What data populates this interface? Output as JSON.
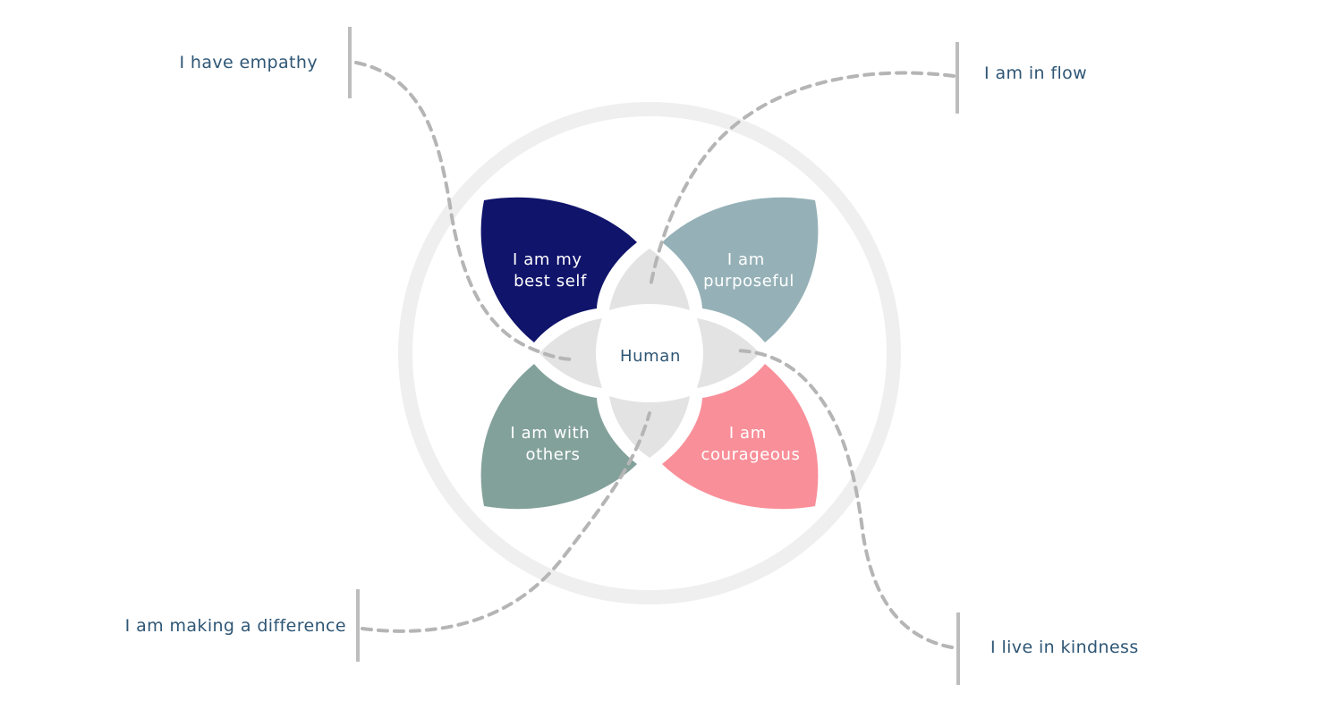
{
  "colors": {
    "ring": "#efefef",
    "lens": "#e3e3e3",
    "dash": "#b5b5b5",
    "bar": "#bdbdbd",
    "label_text": "#2e5675",
    "petal_text": "#ffffff"
  },
  "center": {
    "label": "Human"
  },
  "petals": [
    {
      "id": "best-self",
      "line1": "I am my",
      "line2": "best self",
      "color": "#10146b"
    },
    {
      "id": "purposeful",
      "line1": "I am",
      "line2": "purposeful",
      "color": "#95b1b7"
    },
    {
      "id": "with-others",
      "line1": "I am with",
      "line2": "others",
      "color": "#83a19b"
    },
    {
      "id": "courageous",
      "line1": "I am",
      "line2": "courageous",
      "color": "#f98f99"
    }
  ],
  "outer_labels": [
    {
      "id": "empathy",
      "text": "I have empathy"
    },
    {
      "id": "flow",
      "text": "I am in flow"
    },
    {
      "id": "difference",
      "text": "I am making a difference"
    },
    {
      "id": "kindness",
      "text": "I live in kindness"
    }
  ]
}
